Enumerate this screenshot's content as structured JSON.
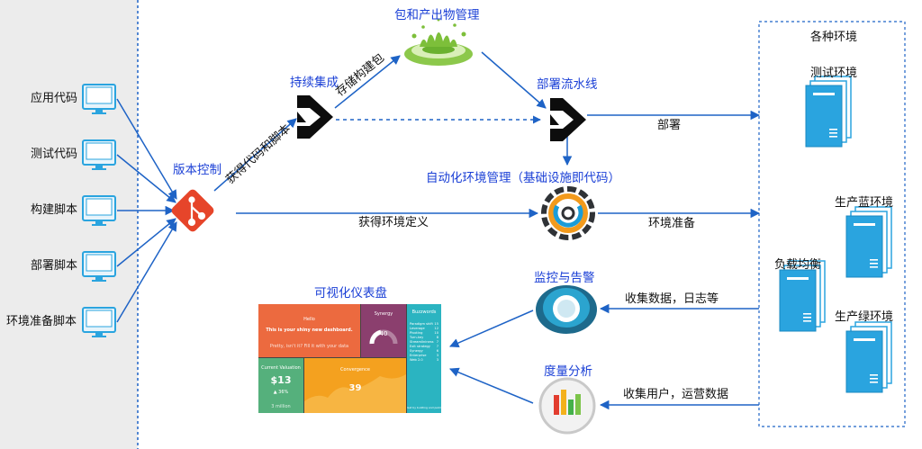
{
  "sources": [
    "应用代码",
    "测试代码",
    "构建脚本",
    "部署脚本",
    "环境准备脚本"
  ],
  "nodes": {
    "vcs": "版本控制",
    "ci": "持续集成",
    "artifact": "包和产出物管理",
    "pipeline": "部署流水线",
    "iac": "自动化环境管理（基础设施即代码）",
    "monitor": "监控与告警",
    "metrics": "度量分析",
    "dashboard": "可视化仪表盘"
  },
  "edges": {
    "get_code": "获得代码和脚本",
    "store_build": "存储构建包",
    "deploy": "部署",
    "get_env": "获得环境定义",
    "env_prep": "环境准备",
    "collect_logs": "收集数据，日志等",
    "collect_ops": "收集用户，运营数据"
  },
  "environments": {
    "title": "各种环境",
    "test": "测试环境",
    "blue": "生产蓝环境",
    "lb": "负载均衡",
    "green": "生产绿环境"
  },
  "dashboard_content": {
    "hello_title": "Hello",
    "hello_text": "This is your shiny new dashboard.",
    "hello_sub": "Pretty, isn't it? Fill it with your data",
    "synergy_title": "Synergy",
    "synergy_value": "40",
    "buzzwords_title": "Buzzwords",
    "buzzwords": [
      [
        "Paradigm shift",
        "15"
      ],
      [
        "Leverage",
        "12"
      ],
      [
        "Pivoting",
        "10"
      ],
      [
        "Turn-key",
        "8"
      ],
      [
        "Streamlininess",
        "7"
      ],
      [
        "Exit strategy",
        "7"
      ],
      [
        "Synergy",
        "6"
      ],
      [
        "Enterprise",
        "3"
      ],
      [
        "Web 2.0",
        "3"
      ]
    ],
    "valuation_title": "Current Valuation",
    "valuation_value": "$13",
    "valuation_change": "▲ 36%",
    "valuation_sub": "3 million",
    "convergence_title": "Convergence",
    "convergence_value": "39",
    "footer": "Get by building and publishing Buzzwords this often"
  },
  "colors": {
    "arrow": "#1e63c6",
    "server": "#2aa4df",
    "label_blue": "#1a3fd6",
    "tile_orange": "#ec6a3f",
    "tile_purple": "#8b3f6e",
    "tile_teal": "#2bb4c1",
    "tile_green": "#55b07c",
    "tile_amber": "#f4a11f"
  }
}
